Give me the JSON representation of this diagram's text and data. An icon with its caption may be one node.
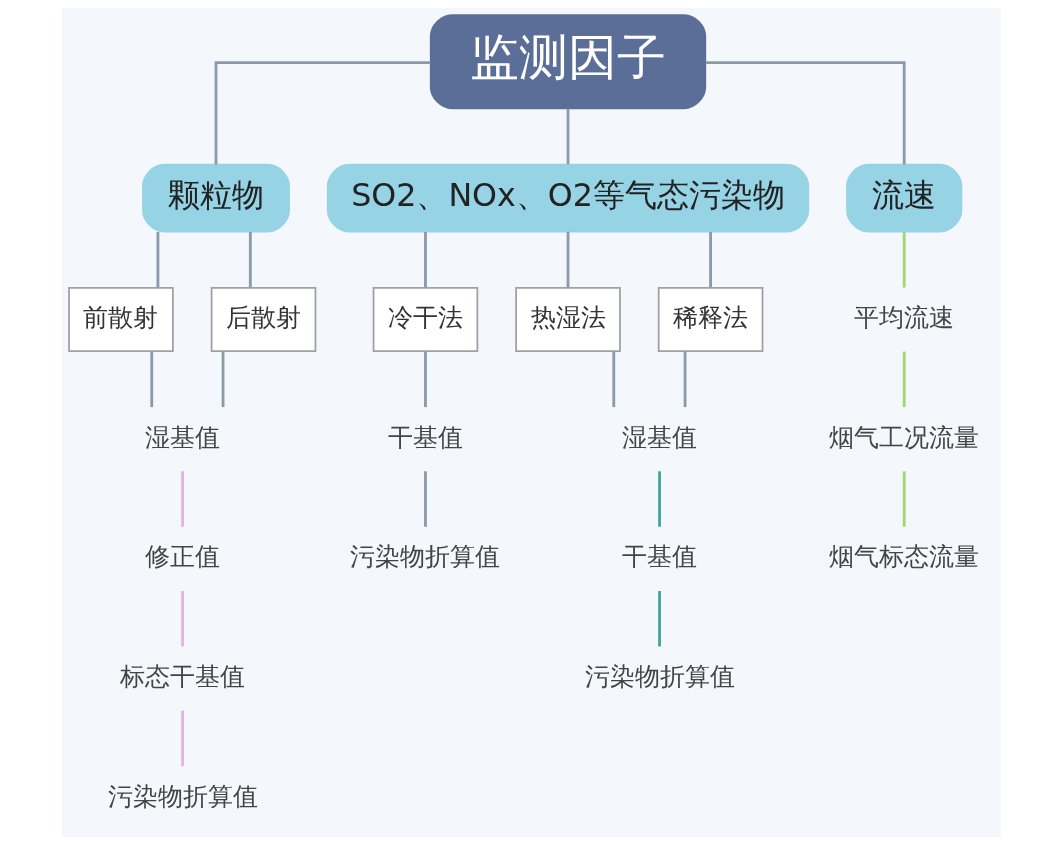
{
  "diagram": {
    "nodes": [
      {
        "text": [
          "监测因子"
        ]
      },
      {
        "text": [
          "颗粒物"
        ]
      },
      {
        "text": [
          "SO2、NOx、O2等气态污染物"
        ]
      },
      {
        "text": [
          "流速"
        ]
      },
      {
        "text": [
          "前散射"
        ]
      },
      {
        "text": [
          "后散射"
        ]
      },
      {
        "text": [
          "冷干法"
        ]
      },
      {
        "text": [
          "热湿法"
        ]
      },
      {
        "text": [
          "稀释法"
        ]
      },
      {
        "text": [
          "湿基值"
        ]
      },
      {
        "text": [
          "修正值"
        ]
      },
      {
        "text": [
          "标态干基值"
        ]
      },
      {
        "text": [
          "污染物折算值"
        ]
      },
      {
        "text": [
          "干基值"
        ]
      },
      {
        "text": [
          "污染物折算值"
        ]
      },
      {
        "text": [
          "湿基值"
        ]
      },
      {
        "text": [
          "干基值"
        ]
      },
      {
        "text": [
          "污染物折算值"
        ]
      },
      {
        "text": [
          "平均流速"
        ]
      },
      {
        "text": [
          "烟气工况流量"
        ]
      },
      {
        "text": [
          "烟气标态流量"
        ]
      }
    ],
    "edges": [
      {
        "from": 0,
        "to": 1,
        "arrow": "none"
      },
      {
        "from": 0,
        "to": 2,
        "arrow": "none"
      },
      {
        "from": 0,
        "to": 3,
        "arrow": "none"
      },
      {
        "from": 1,
        "to": 4,
        "arrow": "none"
      },
      {
        "from": 1,
        "to": 5,
        "arrow": "none"
      },
      {
        "from": 2,
        "to": 6,
        "arrow": "none"
      },
      {
        "from": 2,
        "to": 7,
        "arrow": "none"
      },
      {
        "from": 2,
        "to": 8,
        "arrow": "none"
      },
      {
        "from": 4,
        "to": 9,
        "arrow": "none"
      },
      {
        "from": 5,
        "to": 9,
        "arrow": "none"
      },
      {
        "from": 9,
        "to": 10,
        "arrow": "none",
        "color": "#e2b4e6"
      },
      {
        "from": 10,
        "to": 11,
        "arrow": "none",
        "color": "#e2b4e6"
      },
      {
        "from": 11,
        "to": 12,
        "arrow": "none",
        "color": "#e2b4e6"
      },
      {
        "from": 6,
        "to": 13,
        "arrow": "none"
      },
      {
        "from": 13,
        "to": 14,
        "arrow": "none"
      },
      {
        "from": 7,
        "to": 15,
        "arrow": "none"
      },
      {
        "from": 8,
        "to": 15,
        "arrow": "none"
      },
      {
        "from": 15,
        "to": 16,
        "arrow": "none",
        "color": "#3ea79c"
      },
      {
        "from": 16,
        "to": 17,
        "arrow": "none",
        "color": "#3ea79c"
      },
      {
        "from": 3,
        "to": 18,
        "arrow": "none",
        "color": "#a2d66e"
      },
      {
        "from": 18,
        "to": 19,
        "arrow": "none",
        "color": "#a2d66e"
      },
      {
        "from": 19,
        "to": 20,
        "arrow": "none",
        "color": "#a2d66e"
      }
    ]
  }
}
